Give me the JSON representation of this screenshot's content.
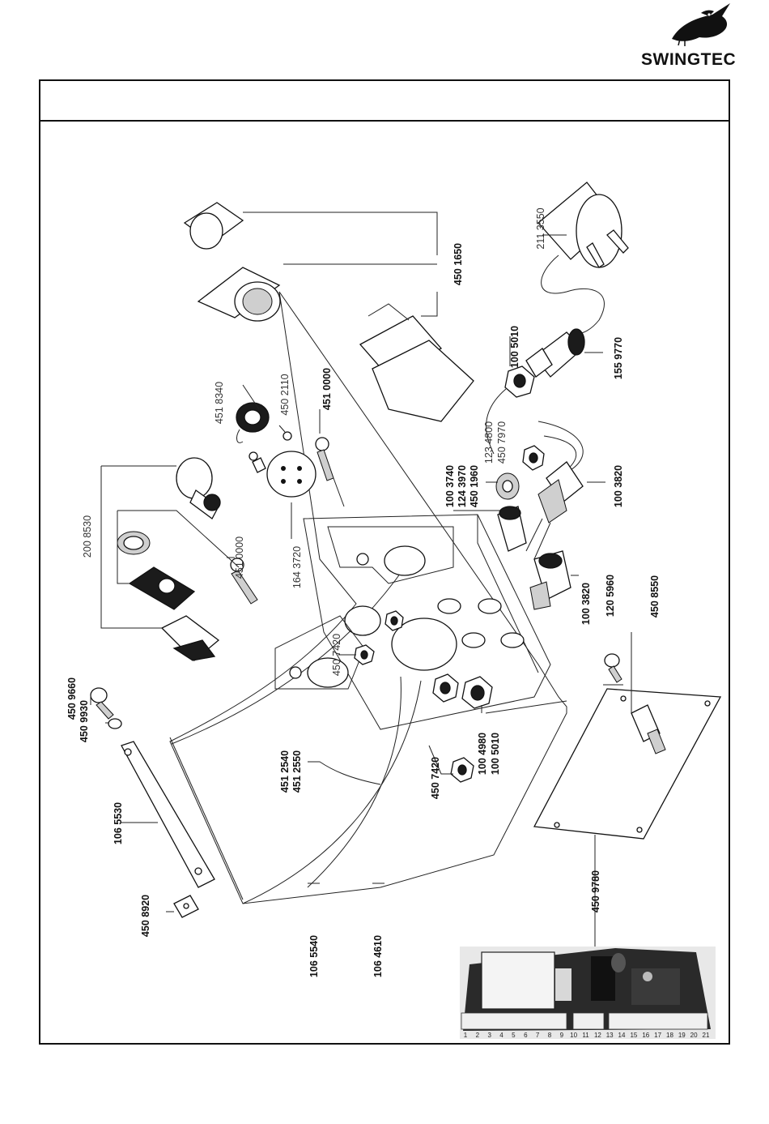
{
  "brand": {
    "name": "SWINGTEC",
    "logo_icon": "bird-logo-icon"
  },
  "parts": [
    {
      "id": "p1",
      "number": "211 3550",
      "weight": "normal"
    },
    {
      "id": "p2",
      "number": "450 1650",
      "weight": "bold"
    },
    {
      "id": "p3",
      "number": "100 5010",
      "weight": "bold"
    },
    {
      "id": "p4",
      "number": "155 9770",
      "weight": "bold"
    },
    {
      "id": "p5",
      "number": "451 8340",
      "weight": "normal"
    },
    {
      "id": "p6",
      "number": "450 2110",
      "weight": "normal"
    },
    {
      "id": "p7",
      "number": "451 0000",
      "weight": "bold"
    },
    {
      "id": "p8",
      "number": "123 4800",
      "weight": "normal"
    },
    {
      "id": "p9",
      "number": "450 7970",
      "weight": "normal"
    },
    {
      "id": "p10",
      "number": "100 3740",
      "weight": "bold"
    },
    {
      "id": "p11",
      "number": "124 3970",
      "weight": "bold"
    },
    {
      "id": "p12",
      "number": "450 1960",
      "weight": "bold"
    },
    {
      "id": "p13",
      "number": "100 3820",
      "weight": "bold"
    },
    {
      "id": "p14",
      "number": "200 8530",
      "weight": "normal"
    },
    {
      "id": "p15",
      "number": "451 0000",
      "weight": "normal"
    },
    {
      "id": "p16",
      "number": "164 3720",
      "weight": "normal"
    },
    {
      "id": "p17",
      "number": "100 3820",
      "weight": "bold"
    },
    {
      "id": "p18",
      "number": "120 5960",
      "weight": "bold"
    },
    {
      "id": "p19",
      "number": "450 8550",
      "weight": "bold"
    },
    {
      "id": "p20",
      "number": "450 7420",
      "weight": "normal"
    },
    {
      "id": "p21",
      "number": "450 9660",
      "weight": "bold"
    },
    {
      "id": "p22",
      "number": "450 9930",
      "weight": "bold"
    },
    {
      "id": "p23",
      "number": "451 2540",
      "weight": "bold"
    },
    {
      "id": "p24",
      "number": "451 2550",
      "weight": "bold"
    },
    {
      "id": "p25",
      "number": "450 7420",
      "weight": "bold"
    },
    {
      "id": "p26",
      "number": "100 4980",
      "weight": "bold"
    },
    {
      "id": "p27",
      "number": "100 5010",
      "weight": "bold"
    },
    {
      "id": "p28",
      "number": "106 5530",
      "weight": "bold"
    },
    {
      "id": "p29",
      "number": "450 8920",
      "weight": "bold"
    },
    {
      "id": "p30",
      "number": "450 9780",
      "weight": "bold"
    },
    {
      "id": "p31",
      "number": "106 5540",
      "weight": "bold"
    },
    {
      "id": "p32",
      "number": "106 4610",
      "weight": "bold"
    }
  ],
  "pcb": {
    "terminal_numbers": [
      "1",
      "2",
      "3",
      "4",
      "5",
      "6",
      "7",
      "8",
      "9",
      "10",
      "11",
      "12",
      "13",
      "14",
      "15",
      "16",
      "17",
      "18",
      "19",
      "20",
      "21"
    ]
  }
}
